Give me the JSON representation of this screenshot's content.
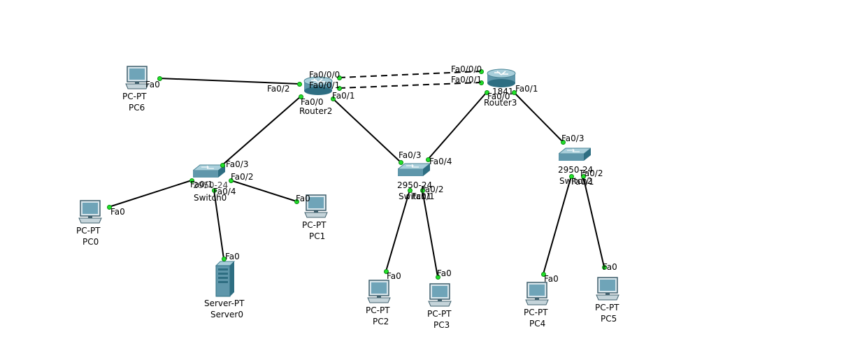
{
  "devices": {
    "pc6": {
      "type": "PC-PT",
      "name": "PC6",
      "icon": "pc-icon"
    },
    "pc0": {
      "type": "PC-PT",
      "name": "PC0",
      "icon": "pc-icon"
    },
    "pc1": {
      "type": "PC-PT",
      "name": "PC1",
      "icon": "pc-icon"
    },
    "pc2": {
      "type": "PC-PT",
      "name": "PC2",
      "icon": "pc-icon"
    },
    "pc3": {
      "type": "PC-PT",
      "name": "PC3",
      "icon": "pc-icon"
    },
    "pc4": {
      "type": "PC-PT",
      "name": "PC4",
      "icon": "pc-icon"
    },
    "pc5": {
      "type": "PC-PT",
      "name": "PC5",
      "icon": "pc-icon"
    },
    "server0": {
      "type": "Server-PT",
      "name": "Server0",
      "icon": "server-icon"
    },
    "router2": {
      "name": "Router2",
      "icon": "router-icon"
    },
    "router3": {
      "name": "Router3",
      "partial": "1841",
      "icon": "router-icon"
    },
    "switch0": {
      "name": "Switch0",
      "partial": "2950-24",
      "icon": "switch-icon"
    },
    "switch1": {
      "model": "2950-24",
      "name": "Switch1",
      "icon": "switch-icon"
    },
    "switch2": {
      "model": "2950-24",
      "name": "Switch2",
      "icon": "switch-icon"
    }
  },
  "ports": {
    "pc6_fa0": "Fa0",
    "r2_fa0_2": "Fa0/2",
    "r2_fa0_0_0": "Fa0/0/0",
    "r2_fa0_0_1": "Fa0/0/1",
    "r2_fa0_0": "Fa0/0",
    "r2_fa0_1": "Fa0/1",
    "r3_fa0_0_0": "Fa0/0/0",
    "r3_fa0_0_1": "Fa0/0/1",
    "r3_fa0_0": "Fa0/0",
    "r3_fa0_1": "Fa0/1",
    "sw0_fa0_3": "Fa0/3",
    "sw0_fa0_2": "Fa0/2",
    "sw0_fa0_1": "Fa0/1",
    "sw0_fa0_4": "Fa0/4",
    "pc0_fa0": "Fa0",
    "pc1_fa0": "Fa0",
    "srv_fa0": "Fa0",
    "sw1_fa0_3": "Fa0/3",
    "sw1_fa0_4": "Fa0/4",
    "sw1_fa0_2": "Fa0/2",
    "sw1_fa0_1": "Fa0/1",
    "pc2_fa0": "Fa0",
    "pc3_fa0": "Fa0",
    "sw2_fa0_3": "Fa0/3",
    "sw2_fa0_2": "Fa0/2",
    "sw2_fa0_1": "Fa0/1",
    "pc4_fa0": "Fa0",
    "pc5_fa0": "Fa0"
  },
  "colors": {
    "link": "#000000",
    "port_dot": "#22e22a",
    "device_body": "#7fb3c4",
    "device_dark": "#2e6e82"
  }
}
